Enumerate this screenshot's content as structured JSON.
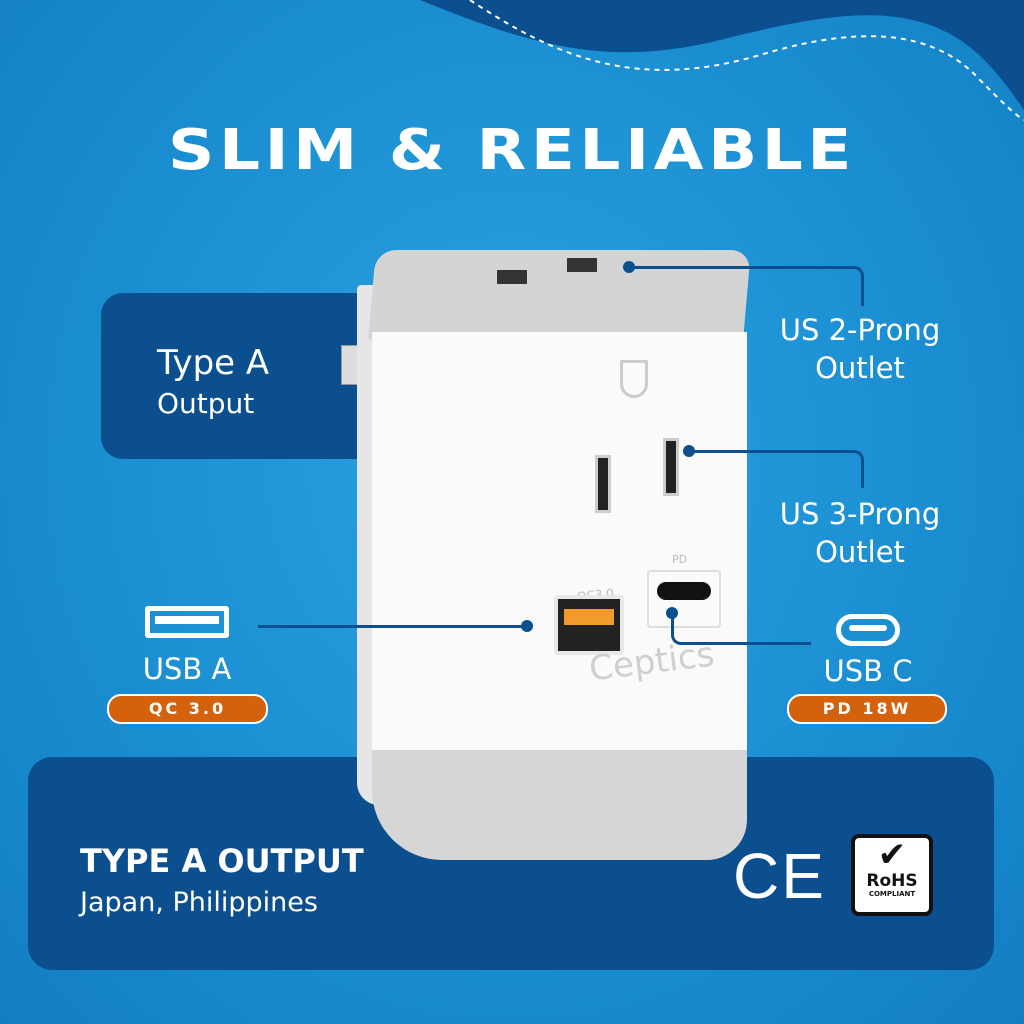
{
  "headline": "SLIM & RELIABLE",
  "callouts": {
    "type_a": {
      "title": "Type A",
      "sub": "Output"
    },
    "us2": {
      "line1": "US 2-Prong",
      "line2": "Outlet"
    },
    "us3": {
      "line1": "US 3-Prong",
      "line2": "Outlet"
    },
    "usb_a": {
      "label": "USB A",
      "badge": "QC 3.0"
    },
    "usb_c": {
      "label": "USB C",
      "badge": "PD 18W"
    }
  },
  "device": {
    "brand": "Ceptics",
    "qc_label": "QC3.0",
    "pd_label": "PD"
  },
  "footer": {
    "title": "TYPE A OUTPUT",
    "countries": "Japan, Philippines",
    "ce_mark": "CE",
    "rohs": {
      "title": "RoHS",
      "sub": "COMPLIANT"
    }
  },
  "colors": {
    "background": "#1b8fd2",
    "panel": "#0b4f8e",
    "badge": "#d4620c"
  }
}
